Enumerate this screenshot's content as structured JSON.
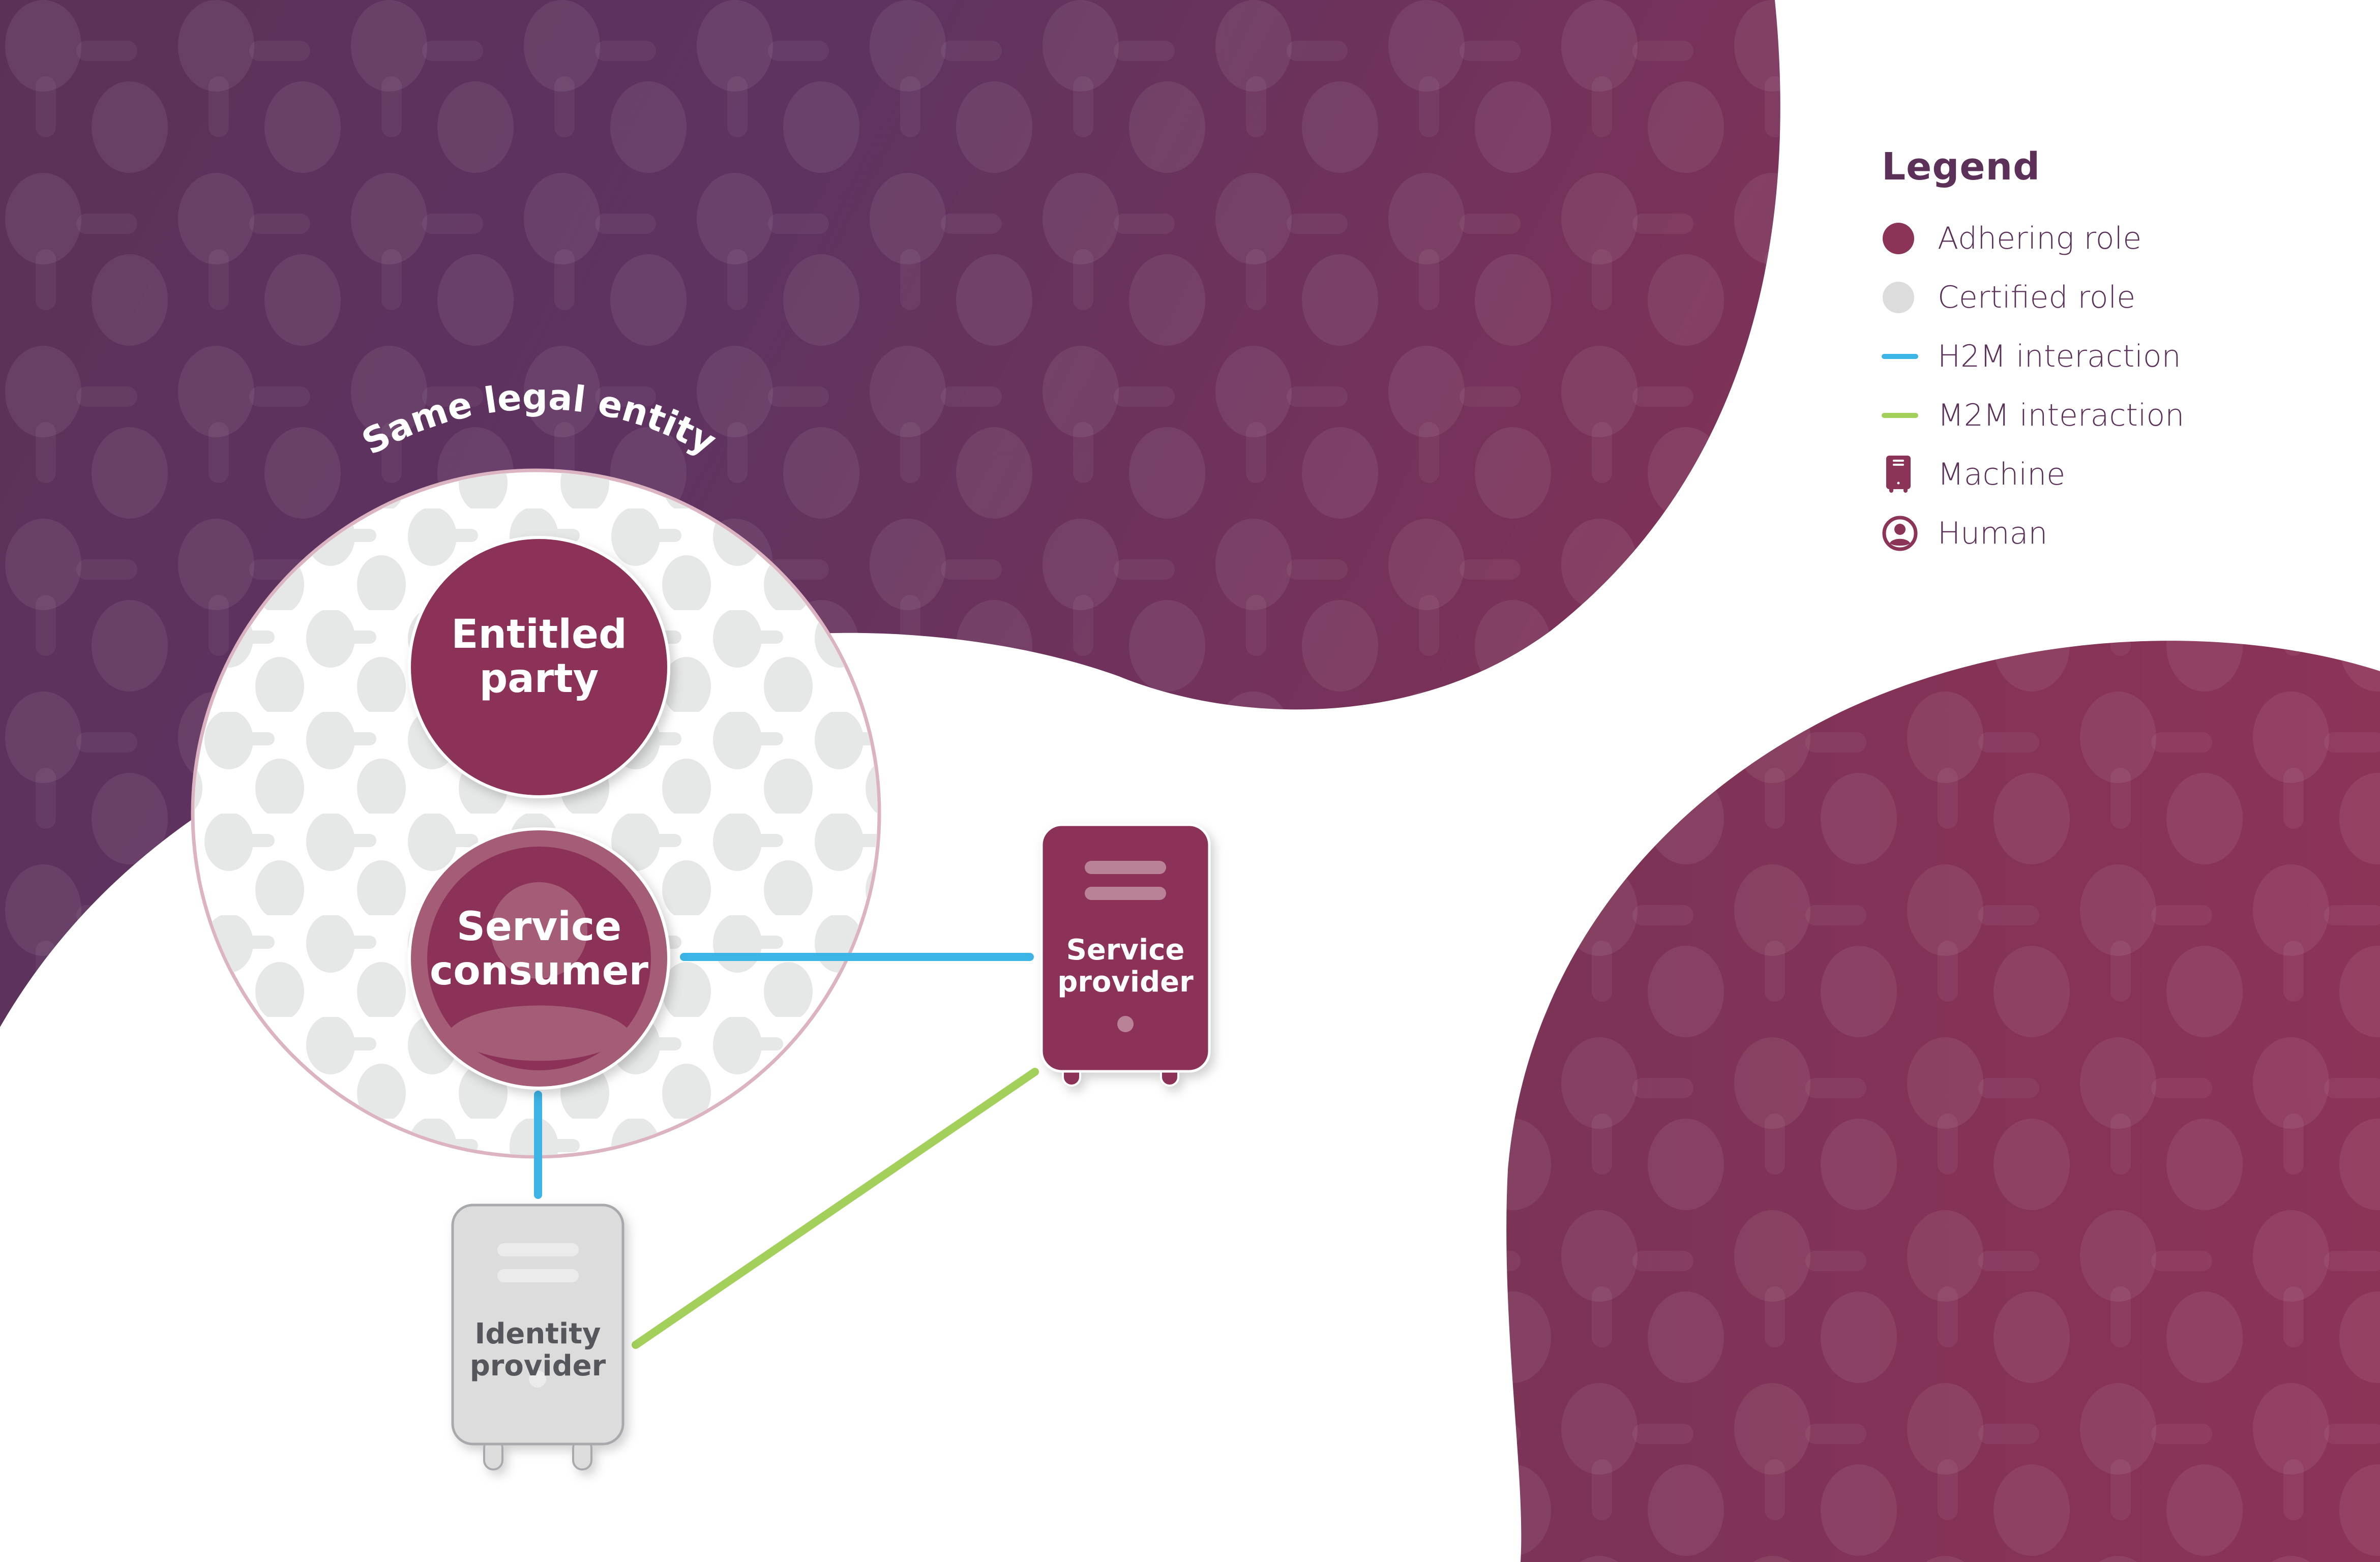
{
  "colors": {
    "dark_purple": "#5c3159",
    "adhering": "#8c3358",
    "certified": "#dcdcdc",
    "h2m": "#3db4e6",
    "m2m": "#a2d05a",
    "text_dark": "#55575c"
  },
  "group": {
    "label": "Same legal entity"
  },
  "nodes": {
    "entitled_party": {
      "line1": "Entitled",
      "line2": "party",
      "role": "adhering",
      "kind": "role"
    },
    "service_consumer": {
      "line1": "Service",
      "line2": "consumer",
      "role": "adhering",
      "kind": "human"
    },
    "service_provider": {
      "line1": "Service",
      "line2": "provider",
      "role": "adhering",
      "kind": "machine"
    },
    "identity_provider": {
      "line1": "Identity",
      "line2": "provider",
      "role": "certified",
      "kind": "machine"
    }
  },
  "edges": [
    {
      "from": "service_consumer",
      "to": "service_provider",
      "type": "H2M"
    },
    {
      "from": "service_consumer",
      "to": "identity_provider",
      "type": "H2M"
    },
    {
      "from": "identity_provider",
      "to": "service_provider",
      "type": "M2M"
    }
  ],
  "legend": {
    "title": "Legend",
    "items": [
      {
        "icon": "adhering-dot-icon",
        "label": "Adhering role"
      },
      {
        "icon": "certified-dot-icon",
        "label": "Certified role"
      },
      {
        "icon": "h2m-line-icon",
        "label": "H2M interaction"
      },
      {
        "icon": "m2m-line-icon",
        "label": "M2M interaction"
      },
      {
        "icon": "machine-icon",
        "label": "Machine"
      },
      {
        "icon": "human-icon",
        "label": "Human"
      }
    ]
  }
}
